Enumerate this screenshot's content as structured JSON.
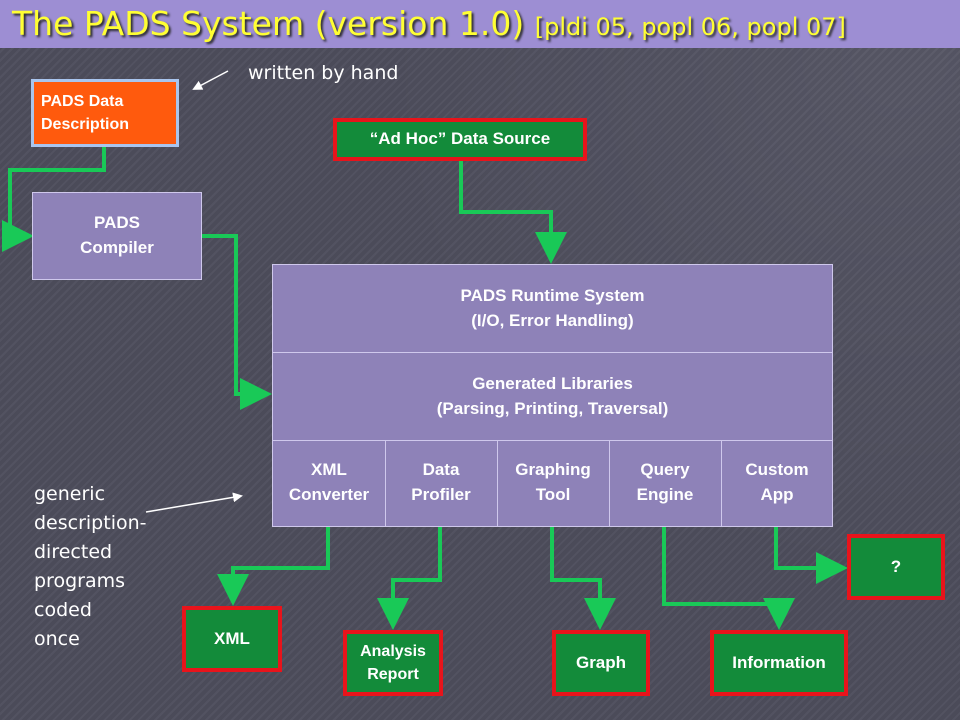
{
  "slide": {
    "title_main": "The PADS System (version 1.0)",
    "title_refs": "[pldi 05, popl 06, popl 07]"
  },
  "notes": {
    "written_by_hand": "written by hand",
    "generic_lines": [
      "generic",
      "description-",
      "directed",
      "programs",
      "coded",
      "once"
    ]
  },
  "boxes": {
    "pads_description": [
      "PADS Data",
      "Description"
    ],
    "pads_compiler": [
      "PADS",
      "Compiler"
    ],
    "ad_hoc_source": "“Ad Hoc” Data Source",
    "runtime_system": [
      "PADS Runtime System",
      "(I/O, Error Handling)"
    ],
    "generated_libraries": [
      "Generated Libraries",
      "(Parsing, Printing, Traversal)"
    ]
  },
  "tools": [
    {
      "line1": "XML",
      "line2": "Converter"
    },
    {
      "line1": "Data",
      "line2": "Profiler"
    },
    {
      "line1": "Graphing",
      "line2": "Tool"
    },
    {
      "line1": "Query",
      "line2": "Engine"
    },
    {
      "line1": "Custom",
      "line2": "App"
    }
  ],
  "outputs": {
    "xml": "XML",
    "analysis_report": [
      "Analysis",
      "Report"
    ],
    "graph": "Graph",
    "information": "Information",
    "unknown": "?"
  },
  "colors": {
    "title_bar": "#9d8ed3",
    "title_text": "#ffff33",
    "purple_box": "#8e82b8",
    "orange_box": "#ff5a0d",
    "output_fill": "#138b3a",
    "output_border": "#e8141b",
    "connector": "#19c957"
  }
}
